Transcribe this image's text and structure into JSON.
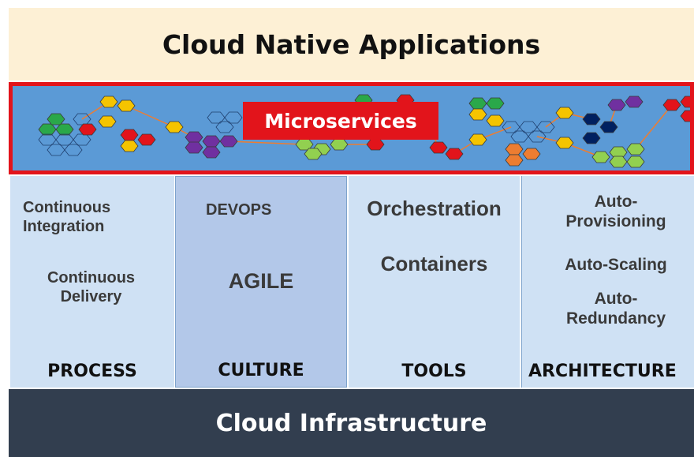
{
  "top_title": "Cloud Native Applications",
  "microservices_label": "Microservices",
  "pillars": [
    {
      "items": [
        "Continuous Integration",
        "Continuous Delivery"
      ],
      "footer": "PROCESS"
    },
    {
      "items": [
        "DEVOPS",
        "AGILE"
      ],
      "footer": "CULTURE"
    },
    {
      "items": [
        "Orchestration",
        "Containers"
      ],
      "footer": "TOOLS"
    },
    {
      "items": [
        "Auto-Provisioning",
        "Auto-Scaling",
        "Auto-Redundancy"
      ],
      "footer": "ARCHITECTURE"
    }
  ],
  "bottom_title": "Cloud Infrastructure",
  "colors": {
    "top_band": "#fdf0d5",
    "microservices_band": "#5b9ad6",
    "microservices_border": "#e2141b",
    "pillar_light": "#cfe1f4",
    "pillar_culture": "#b3c8e9",
    "bottom_band": "#323e4f",
    "hex_palette": [
      "#2aa84a",
      "#f5c400",
      "#e2141b",
      "#7030a0",
      "#92d050",
      "#ed7d31",
      "#002060",
      "#5b9ad6",
      "#ffff00"
    ]
  }
}
